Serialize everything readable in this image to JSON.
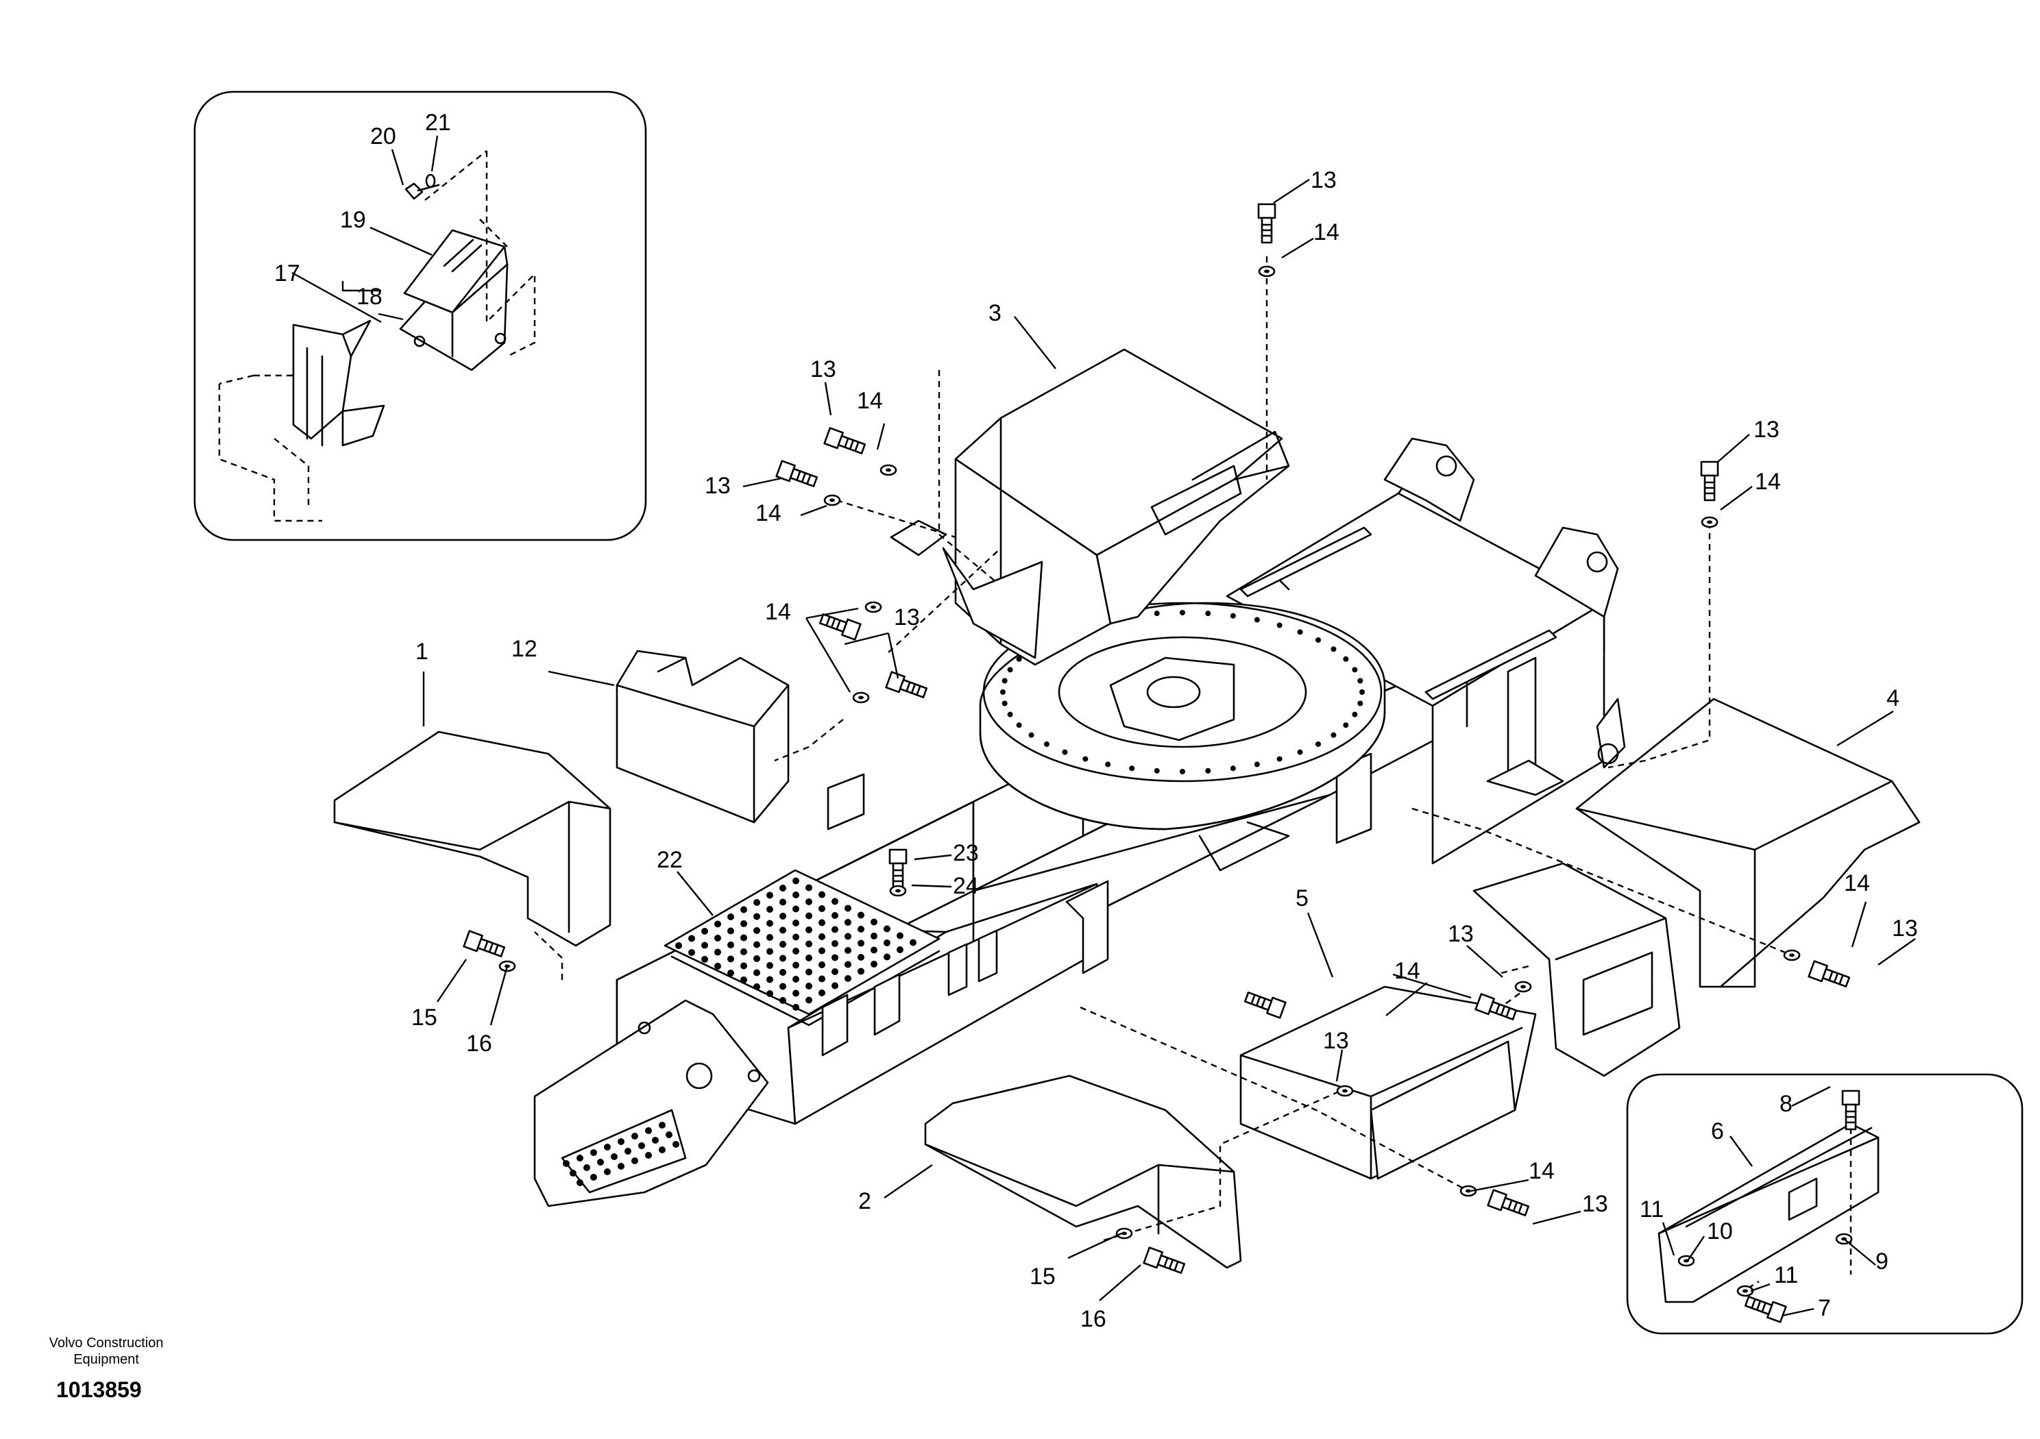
{
  "callouts": [
    {
      "id": "c20",
      "text": "20"
    },
    {
      "id": "c21",
      "text": "21"
    },
    {
      "id": "c19",
      "text": "19"
    },
    {
      "id": "c17",
      "text": "17"
    },
    {
      "id": "c18",
      "text": "18"
    },
    {
      "id": "c3",
      "text": "3"
    },
    {
      "id": "c13a",
      "text": "13"
    },
    {
      "id": "c14a",
      "text": "14"
    },
    {
      "id": "c13b",
      "text": "13"
    },
    {
      "id": "c14b",
      "text": "14"
    },
    {
      "id": "c13c",
      "text": "13"
    },
    {
      "id": "c14c",
      "text": "14"
    },
    {
      "id": "c14d",
      "text": "14"
    },
    {
      "id": "c13d",
      "text": "13"
    },
    {
      "id": "c13e",
      "text": "13"
    },
    {
      "id": "c14e",
      "text": "14"
    },
    {
      "id": "c1",
      "text": "1"
    },
    {
      "id": "c12",
      "text": "12"
    },
    {
      "id": "c4",
      "text": "4"
    },
    {
      "id": "c22",
      "text": "22"
    },
    {
      "id": "c23",
      "text": "23"
    },
    {
      "id": "c24",
      "text": "24"
    },
    {
      "id": "c15a",
      "text": "15"
    },
    {
      "id": "c16a",
      "text": "16"
    },
    {
      "id": "c5",
      "text": "5"
    },
    {
      "id": "c13f",
      "text": "13"
    },
    {
      "id": "c14f",
      "text": "14"
    },
    {
      "id": "c13g",
      "text": "13"
    },
    {
      "id": "c14g",
      "text": "14"
    },
    {
      "id": "c13h",
      "text": "13"
    },
    {
      "id": "c14h",
      "text": "14"
    },
    {
      "id": "c13i",
      "text": "13"
    },
    {
      "id": "c2",
      "text": "2"
    },
    {
      "id": "c15b",
      "text": "15"
    },
    {
      "id": "c16b",
      "text": "16"
    },
    {
      "id": "c8",
      "text": "8"
    },
    {
      "id": "c6",
      "text": "6"
    },
    {
      "id": "c11a",
      "text": "11"
    },
    {
      "id": "c10",
      "text": "10"
    },
    {
      "id": "c9",
      "text": "9"
    },
    {
      "id": "c11b",
      "text": "11"
    },
    {
      "id": "c7",
      "text": "7"
    }
  ],
  "caption": {
    "maker_line1": "Volvo Construction",
    "maker_line2": "Equipment",
    "drawing_number": "1013859"
  }
}
